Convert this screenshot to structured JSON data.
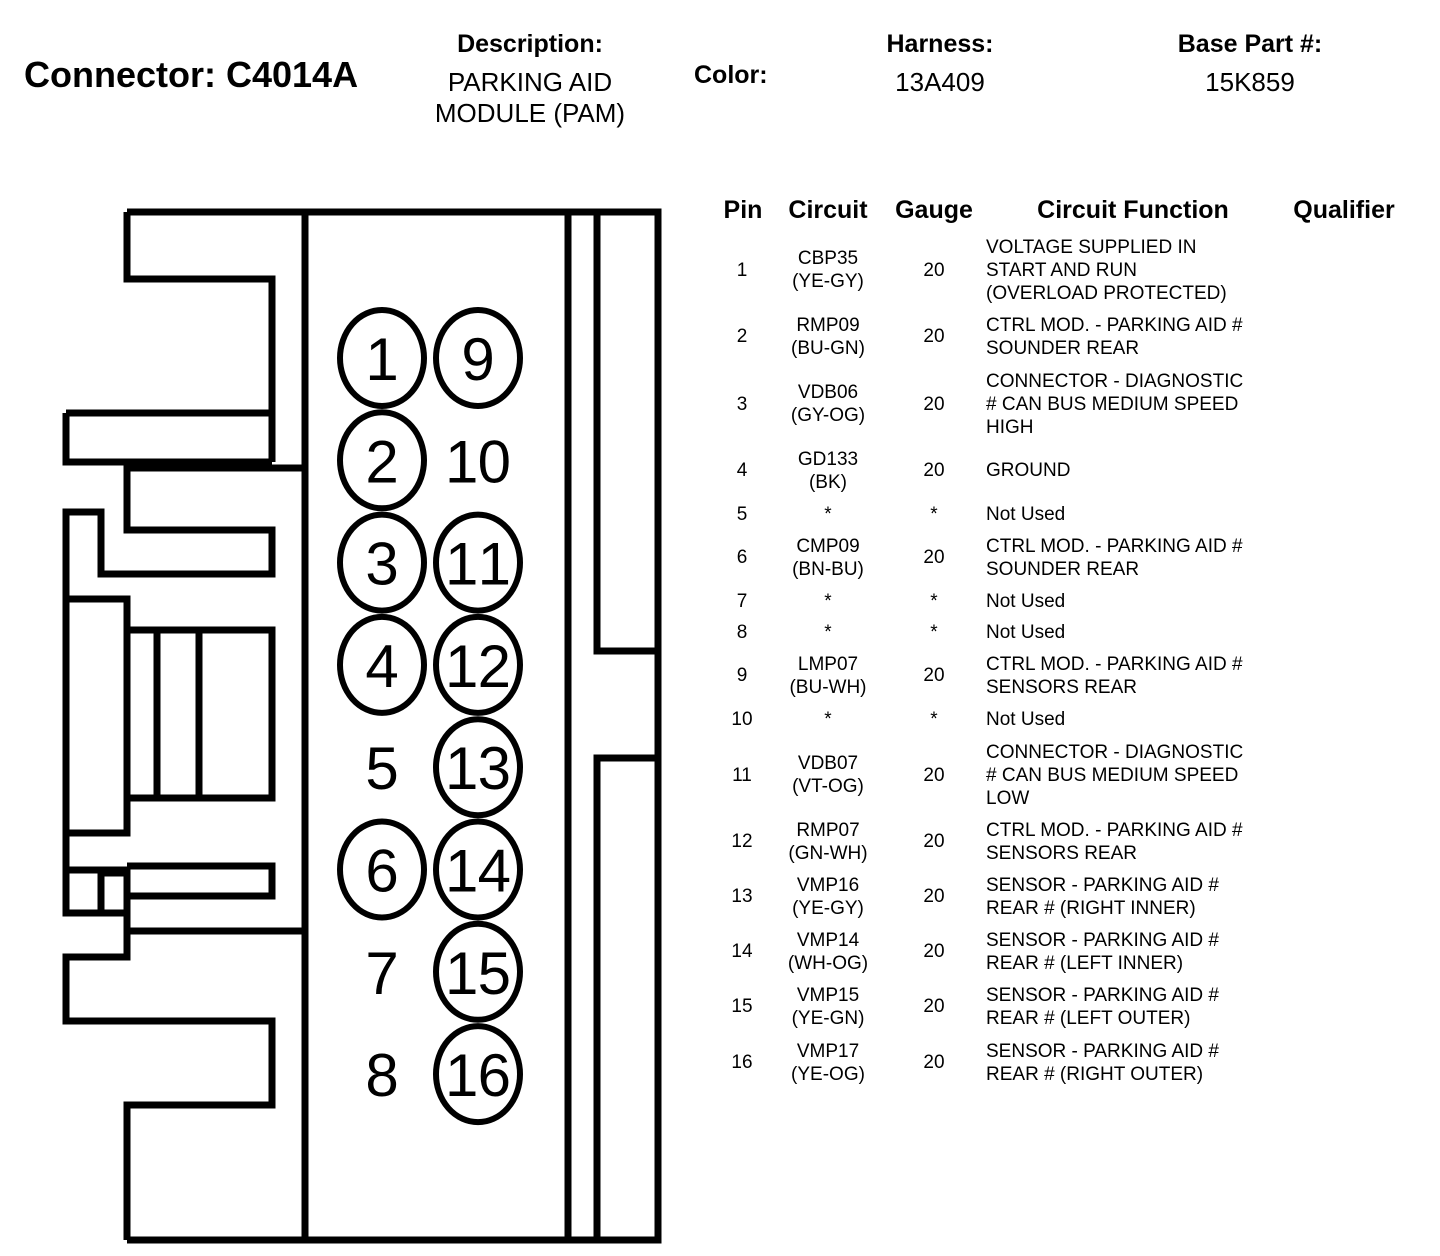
{
  "header": {
    "connector_label": "Connector: C4014A",
    "description_label": "Description:",
    "description_value": "PARKING AID\nMODULE (PAM)",
    "color_label": "Color:",
    "color_value": "",
    "harness_label": "Harness:",
    "harness_value": "13A409",
    "base_part_label": "Base Part #:",
    "base_part_value": "15K859"
  },
  "diagram": {
    "pins": [
      {
        "n": "1",
        "circled": true
      },
      {
        "n": "2",
        "circled": true
      },
      {
        "n": "3",
        "circled": true
      },
      {
        "n": "4",
        "circled": true
      },
      {
        "n": "5",
        "circled": false
      },
      {
        "n": "6",
        "circled": true
      },
      {
        "n": "7",
        "circled": false
      },
      {
        "n": "8",
        "circled": false
      },
      {
        "n": "9",
        "circled": true
      },
      {
        "n": "10",
        "circled": false
      },
      {
        "n": "11",
        "circled": true
      },
      {
        "n": "12",
        "circled": true
      },
      {
        "n": "13",
        "circled": true
      },
      {
        "n": "14",
        "circled": true
      },
      {
        "n": "15",
        "circled": true
      },
      {
        "n": "16",
        "circled": true
      }
    ]
  },
  "table": {
    "headers": [
      "Pin",
      "Circuit",
      "Gauge",
      "Circuit Function",
      "Qualifier"
    ],
    "rows": [
      {
        "pin": "1",
        "circuit": "CBP35\n(YE-GY)",
        "gauge": "20",
        "function": "VOLTAGE SUPPLIED IN\nSTART AND RUN\n(OVERLOAD PROTECTED)",
        "qualifier": ""
      },
      {
        "pin": "2",
        "circuit": "RMP09\n(BU-GN)",
        "gauge": "20",
        "function": "CTRL MOD. - PARKING AID #\nSOUNDER REAR",
        "qualifier": ""
      },
      {
        "pin": "3",
        "circuit": "VDB06\n(GY-OG)",
        "gauge": "20",
        "function": "CONNECTOR - DIAGNOSTIC\n# CAN BUS MEDIUM SPEED\nHIGH",
        "qualifier": ""
      },
      {
        "pin": "4",
        "circuit": "GD133\n(BK)",
        "gauge": "20",
        "function": "GROUND",
        "qualifier": ""
      },
      {
        "pin": "5",
        "circuit": "*",
        "gauge": "*",
        "function": "Not Used",
        "qualifier": ""
      },
      {
        "pin": "6",
        "circuit": "CMP09\n(BN-BU)",
        "gauge": "20",
        "function": "CTRL MOD. - PARKING AID #\nSOUNDER REAR",
        "qualifier": ""
      },
      {
        "pin": "7",
        "circuit": "*",
        "gauge": "*",
        "function": "Not Used",
        "qualifier": ""
      },
      {
        "pin": "8",
        "circuit": "*",
        "gauge": "*",
        "function": "Not Used",
        "qualifier": ""
      },
      {
        "pin": "9",
        "circuit": "LMP07\n(BU-WH)",
        "gauge": "20",
        "function": "CTRL MOD. - PARKING AID #\nSENSORS REAR",
        "qualifier": ""
      },
      {
        "pin": "10",
        "circuit": "*",
        "gauge": "*",
        "function": "Not Used",
        "qualifier": ""
      },
      {
        "pin": "11",
        "circuit": "VDB07\n(VT-OG)",
        "gauge": "20",
        "function": "CONNECTOR - DIAGNOSTIC\n# CAN BUS MEDIUM SPEED\nLOW",
        "qualifier": ""
      },
      {
        "pin": "12",
        "circuit": "RMP07\n(GN-WH)",
        "gauge": "20",
        "function": "CTRL MOD. - PARKING AID #\nSENSORS REAR",
        "qualifier": ""
      },
      {
        "pin": "13",
        "circuit": "VMP16\n(YE-GY)",
        "gauge": "20",
        "function": "SENSOR - PARKING AID #\nREAR # (RIGHT INNER)",
        "qualifier": ""
      },
      {
        "pin": "14",
        "circuit": "VMP14\n(WH-OG)",
        "gauge": "20",
        "function": "SENSOR - PARKING AID #\nREAR # (LEFT INNER)",
        "qualifier": ""
      },
      {
        "pin": "15",
        "circuit": "VMP15\n(YE-GN)",
        "gauge": "20",
        "function": "SENSOR - PARKING AID #\nREAR # (LEFT OUTER)",
        "qualifier": ""
      },
      {
        "pin": "16",
        "circuit": "VMP17\n(YE-OG)",
        "gauge": "20",
        "function": "SENSOR - PARKING AID #\nREAR # (RIGHT OUTER)",
        "qualifier": ""
      }
    ]
  }
}
